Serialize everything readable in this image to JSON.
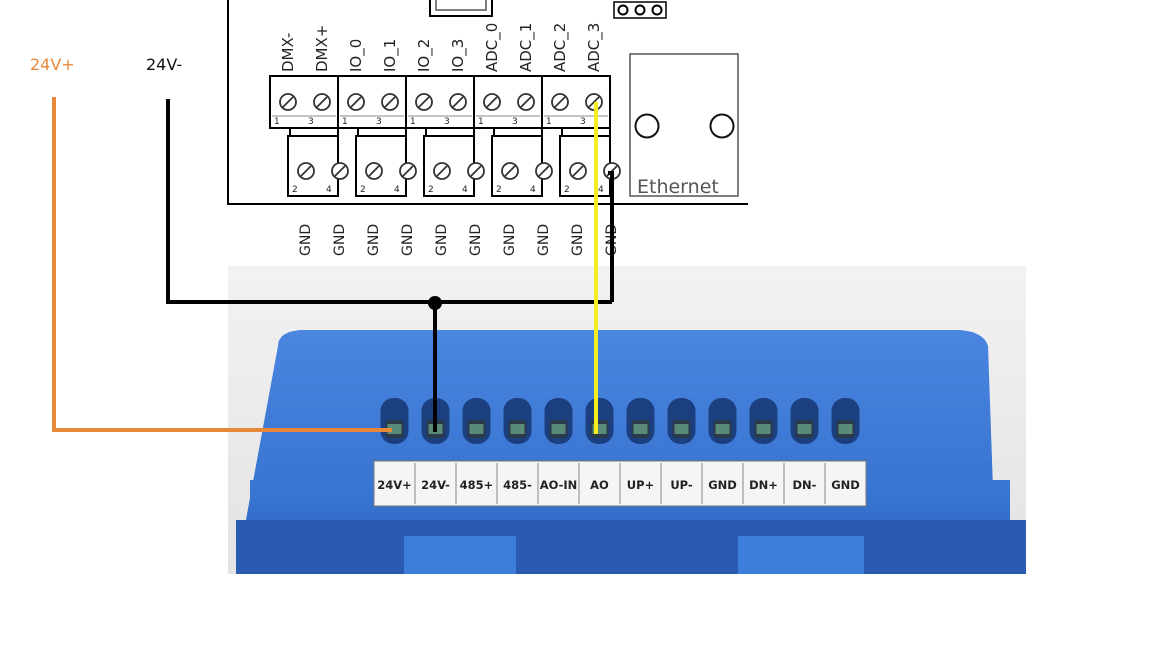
{
  "wire_labels": {
    "pos": "24V+",
    "neg": "24V-"
  },
  "colors": {
    "pos_wire": "#E8883A",
    "neg_wire": "#000000",
    "signal_wire": "#F5EE1E",
    "module_blue": "#2F6AC8"
  },
  "controller": {
    "top_pins": [
      "DMX-",
      "DMX+",
      "IO_0",
      "IO_1",
      "IO_2",
      "IO_3",
      "ADC_0",
      "ADC_1",
      "ADC_2",
      "ADC_3"
    ],
    "upper_numbers": [
      "1",
      "3"
    ],
    "lower_numbers": [
      "2",
      "4"
    ],
    "bottom_pins": [
      "GND",
      "GND",
      "GND",
      "GND",
      "GND",
      "GND",
      "GND",
      "GND",
      "GND",
      "GND"
    ],
    "ethernet_label": "Ethernet"
  },
  "module": {
    "terminals": [
      "24V+",
      "24V-",
      "485+",
      "485-",
      "AO-IN",
      "AO",
      "UP+",
      "UP-",
      "GND",
      "DN+",
      "DN-",
      "GND"
    ]
  }
}
